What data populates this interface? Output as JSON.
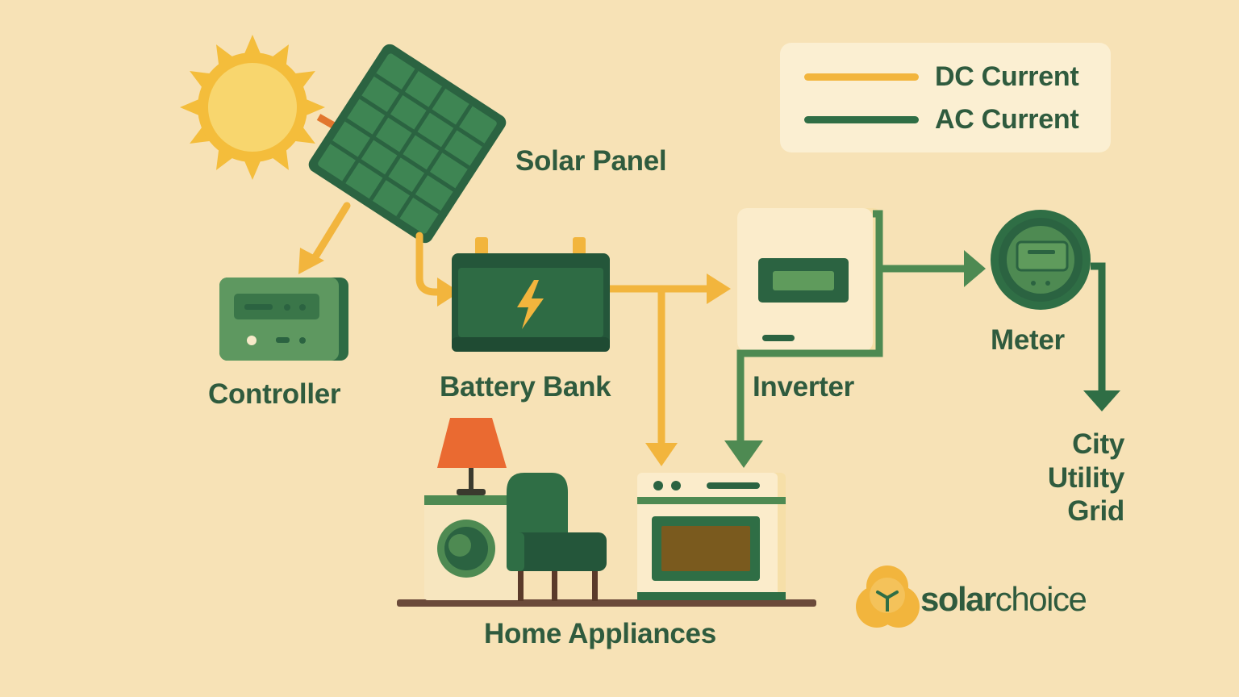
{
  "labels": {
    "solar_panel": "Solar Panel",
    "controller": "Controller",
    "battery_bank": "Battery Bank",
    "inverter": "Inverter",
    "meter": "Meter",
    "grid": "City Utility Grid",
    "home_appliances": "Home Appliances"
  },
  "legend": {
    "items": [
      {
        "label": "DC Current",
        "color": "#f2b53d"
      },
      {
        "label": "AC Current",
        "color": "#2f6e45"
      }
    ]
  },
  "brand": {
    "solar": "solar",
    "choice": "choice"
  },
  "colors": {
    "background": "#f7e2b6",
    "dc_current": "#f2b53d",
    "ac_current": "#4e8a52",
    "ac_dark": "#2f6e45",
    "text": "#2f5b3e",
    "sun": "#f4bd3b",
    "panel": "#2e6b44",
    "lamp_shade": "#ea6a31"
  },
  "icons": [
    "sun-icon",
    "solar-panel-icon",
    "controller-icon",
    "battery-icon",
    "inverter-icon",
    "meter-icon",
    "lamp-icon",
    "washing-machine-icon",
    "armchair-icon",
    "oven-icon",
    "brand-logo-icon"
  ]
}
